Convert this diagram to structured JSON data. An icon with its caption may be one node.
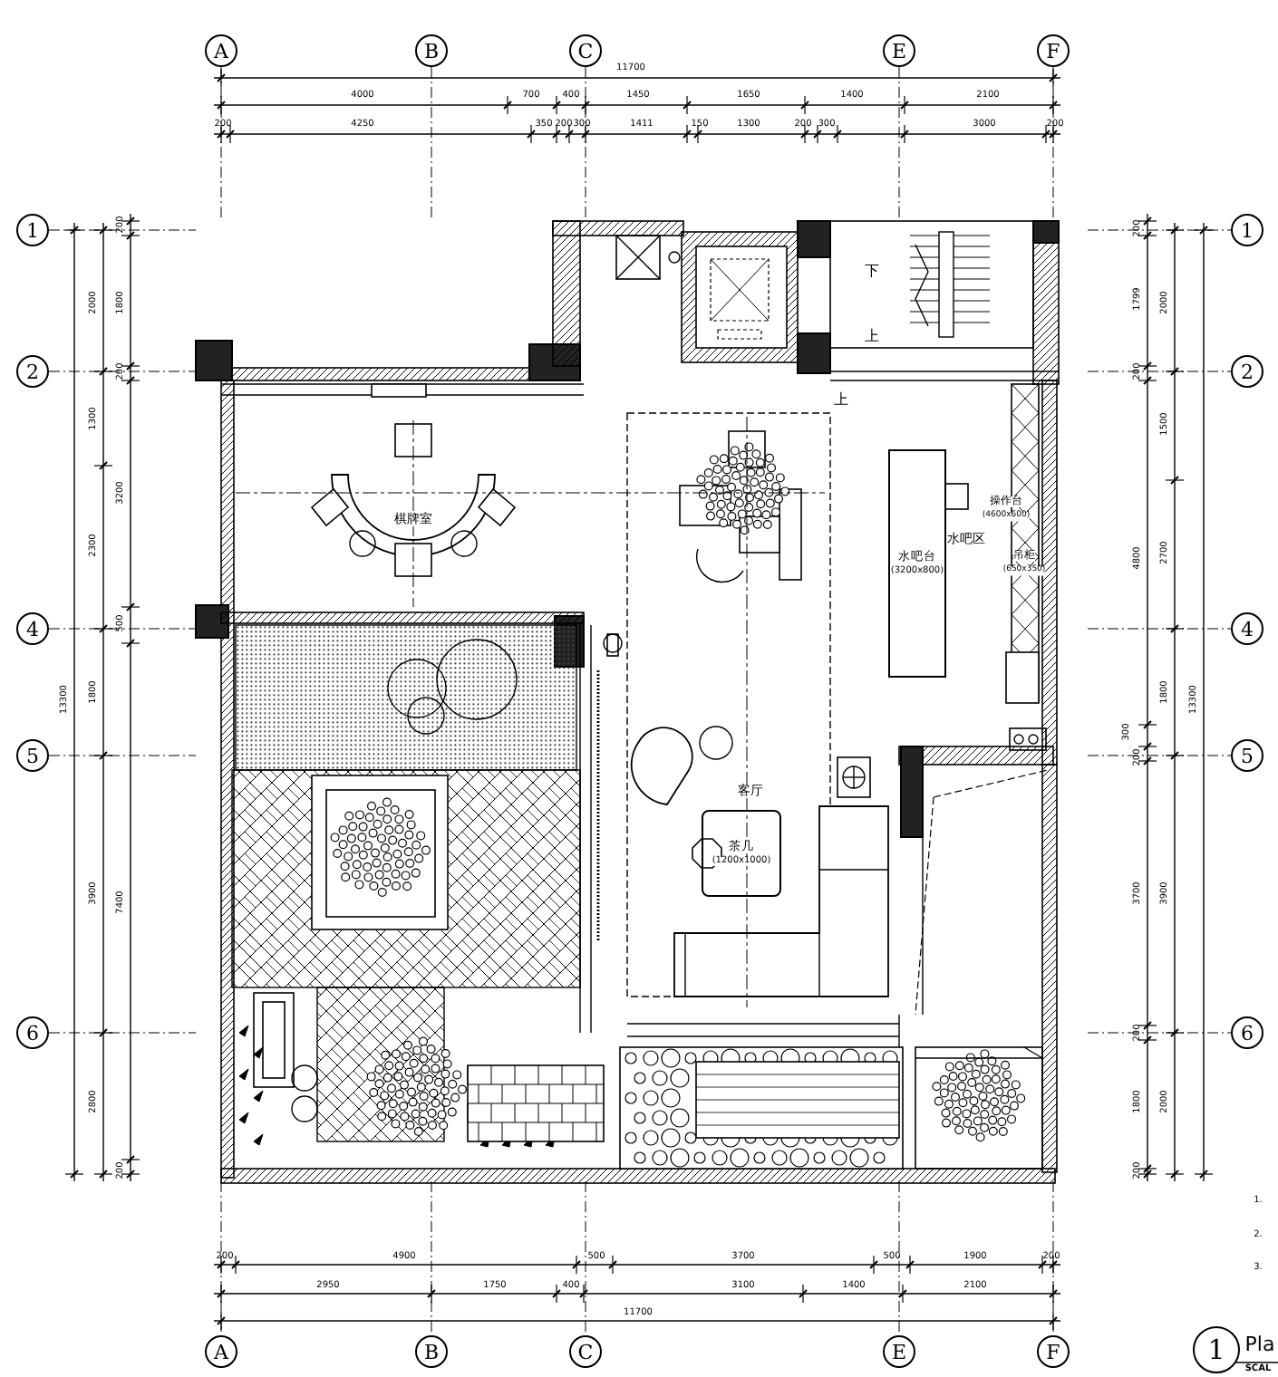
{
  "diagram": {
    "nodes": [
      {
        "text": [
          "A"
        ]
      },
      {
        "text": [
          "B"
        ]
      },
      {
        "text": [
          "C"
        ]
      },
      {
        "text": [
          "E"
        ]
      },
      {
        "text": [
          "F"
        ]
      },
      {
        "text": [
          "1"
        ]
      },
      {
        "text": [
          "1"
        ]
      },
      {
        "text": [
          "2"
        ]
      },
      {
        "text": [
          "2"
        ]
      },
      {
        "text": [
          "4"
        ]
      },
      {
        "text": [
          "4"
        ]
      },
      {
        "text": [
          "5"
        ]
      },
      {
        "text": [
          "5"
        ]
      },
      {
        "text": [
          "6"
        ]
      },
      {
        "text": [
          "6"
        ]
      },
      {
        "text": [
          "水吧台",
          "(3200x800)"
        ]
      },
      {
        "text": [
          "茶几",
          "(1200x1000)"
        ]
      },
      {
        "text": [
          "A"
        ]
      },
      {
        "text": [
          "B"
        ]
      },
      {
        "text": [
          "C"
        ]
      },
      {
        "text": [
          "E"
        ]
      },
      {
        "text": [
          "F"
        ]
      },
      {
        "text": [
          "1"
        ]
      }
    ],
    "labels": [
      "11700",
      "4000",
      "700",
      "400",
      "1450",
      "1650",
      "1400",
      "2100",
      "200",
      "4250",
      "350",
      "200",
      "300",
      "1411",
      "150",
      "1300",
      "200",
      "300",
      "3000",
      "200",
      "13300",
      "2000",
      "1300",
      "2300",
      "1800",
      "3900",
      "2800",
      "200",
      "1800",
      "200",
      "3200",
      "500",
      "7400",
      "200",
      "下",
      "上",
      "上",
      "棋牌室",
      "操作台",
      "(4600x600)",
      "水吧区",
      "吊柜",
      "(650x350)",
      "客厅",
      "200",
      "1799",
      "200",
      "4800",
      "300",
      "200",
      "3700",
      "200",
      "1800",
      "200",
      "2000",
      "1500",
      "2700",
      "1800",
      "3900",
      "2000",
      "13300",
      "200",
      "4900",
      "500",
      "3700",
      "500",
      "1900",
      "200",
      "2950",
      "1750",
      "400",
      "3100",
      "1400",
      "2100",
      "11700",
      "1.",
      "2.",
      "3.",
      "Pla",
      "SCAL"
    ]
  }
}
